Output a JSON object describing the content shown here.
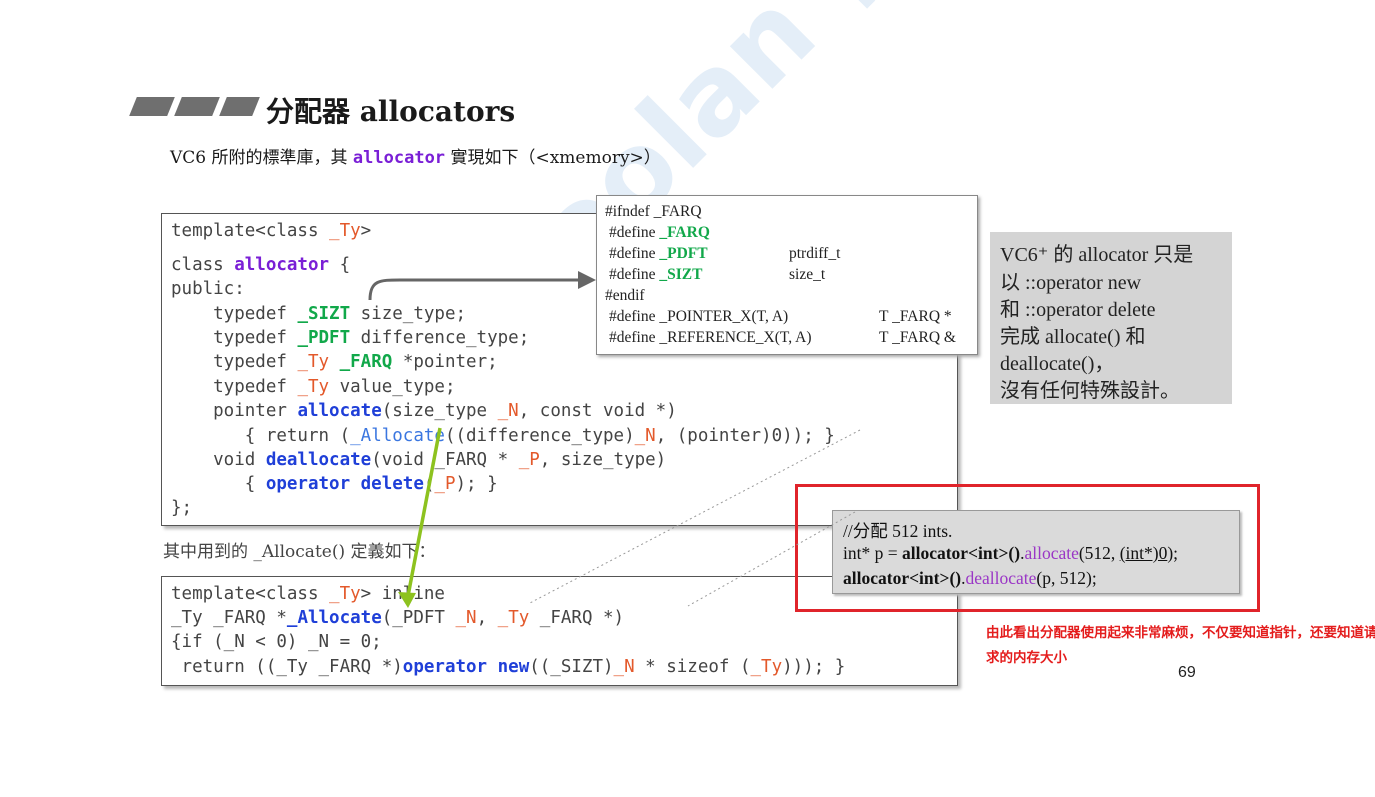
{
  "header": {
    "title": "分配器 allocators",
    "intro_pre": "VC6 所附的標準庫，其",
    "intro_kw": "allocator",
    "intro_post": "實現如下（<xmemory>）"
  },
  "main_code": {
    "l1": [
      "template<class ",
      "_Ty",
      ">"
    ],
    "l2": [
      "class ",
      "allocator",
      " {"
    ],
    "l3": [
      "public:"
    ],
    "l4": [
      "    typedef ",
      "_SIZT",
      " size_type;"
    ],
    "l5": [
      "    typedef ",
      "_PDFT",
      " difference_type;"
    ],
    "l6": [
      "    typedef ",
      "_Ty",
      " ",
      "_FARQ",
      " *pointer;"
    ],
    "l7": [
      "    typedef ",
      "_Ty",
      " value_type;"
    ],
    "l8": [
      "    pointer ",
      "allocate",
      "(size_type ",
      "_N",
      ", const void *)"
    ],
    "l9": [
      "       { return (",
      "_Allocate",
      "((difference_type)",
      "_N",
      ", (pointer)0)); }"
    ],
    "l10": [
      "    void ",
      "deallocate",
      "(void _FARQ * ",
      "_P",
      ", size_type)"
    ],
    "l11": [
      "       { ",
      "operator delete",
      "(",
      "_P",
      "); }"
    ],
    "l12": [
      "};"
    ]
  },
  "defines": {
    "l1": "#ifndef _FARQ",
    "l2": [
      "#define ",
      "_FARQ"
    ],
    "l3": [
      "#define ",
      "_PDFT",
      "ptrdiff_t"
    ],
    "l4": [
      "#define ",
      "_SIZT",
      "size_t"
    ],
    "l5": "#endif",
    "l6": [
      "#define _POINTER_X(T, A)",
      "T _FARQ *"
    ],
    "l7": [
      "#define _REFERENCE_X(T, A)",
      "T _FARQ &"
    ]
  },
  "note": {
    "l1": "VC6⁺ 的 allocator 只是",
    "l2": "以 ::operator new",
    "l3": "和 ::operator delete",
    "l4": "完成 allocate() 和",
    "l5": "deallocate()，",
    "l6": "沒有任何特殊設計。"
  },
  "mid_text": "其中用到的 _Allocate() 定義如下：",
  "alloc_code": {
    "l1": [
      "template<class ",
      "_Ty",
      "> inline"
    ],
    "l2": [
      "_Ty _FARQ *",
      "_Allocate",
      "(_PDFT ",
      "_N",
      ", ",
      "_Ty",
      " _FARQ *)"
    ],
    "l3": [
      "{if (_N < 0) _N = 0;"
    ],
    "l4": [
      " return ((_Ty _FARQ *)",
      "operator new",
      "((_SIZT)",
      "_N",
      " * sizeof (",
      "_Ty",
      "))); }"
    ]
  },
  "example": {
    "l1": "//分配 512 ints.",
    "l2": [
      "int* p = ",
      "allocator<int>()",
      ".",
      "allocate",
      "(512, ",
      "(int*)0",
      ");"
    ],
    "l3": [
      "allocator<int>()",
      ".",
      "deallocate",
      "(p, 512);"
    ]
  },
  "comment": "由此看出分配器使用起来非常麻烦，不仅要知道指针，还要知道请求的内存大小",
  "page_number": "69",
  "watermark": "Boolan 博览网"
}
